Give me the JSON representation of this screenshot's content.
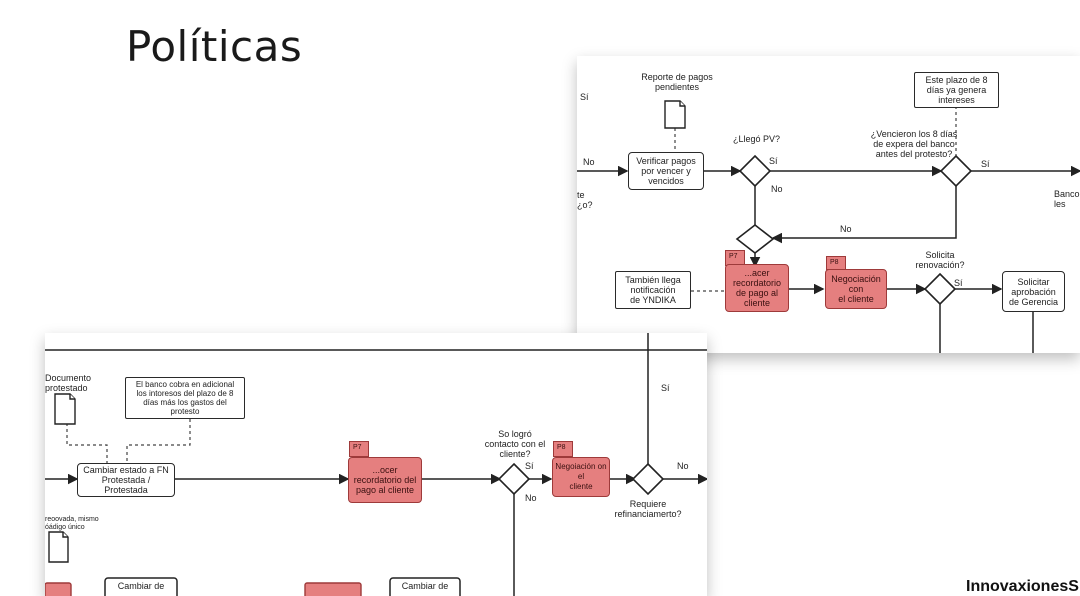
{
  "page": {
    "title": "Políticas",
    "footer_brand": "InnovaxionesS"
  },
  "panel1": {
    "si_top_left": "Sí",
    "no_left": "No",
    "left_edge_fragment": "te\n¿o?",
    "reporte_pagos": "Reporte de pagos\npendientes",
    "verificar_pagos": "Verificar pagos\npor vencer y\nvencidos",
    "llego_pv": "¿Llegó PV?",
    "si_llego": "Sí",
    "no_llego": "No",
    "vencieron": "¿Vencieron los 8 días\nde expera del banco\nantes del protesto?",
    "si_vencieron": "Sí",
    "banco_fragment": "Banco\nles",
    "plazo_note": "Este plazo de 8\ndías ya genera\nintereses",
    "no_return": "No",
    "tambien_llega": "También llega\nnotificación\nde YNDIKA",
    "p7_tag": "P7",
    "p7_label": "...acer\nrecordatorio\nde pago al\ncliente",
    "p8_tag": "P8",
    "p8_label": "Negociación con\nel cliente",
    "solicita_renovacion": "Solicita\nrenovación?",
    "si_solicita": "Sí",
    "solicitar_aprobacion": "Solicitar\naprobación\nde Gerencia"
  },
  "panel2": {
    "documento_protestado": "Documento\nprotestado",
    "banco_cobra": "El banco cobra en adicional\nlos intoresos del plazo de 8\ndías más los gastos del\nprotesto",
    "cambiar_estado": "Cambiar estado a FN\nProtestada / Protestada",
    "p7_tag": "P7",
    "p7_label": "...ocer\nrecordatorio del\npago al cliente",
    "logro_contacto": "So logró\ncontacto con el\ncliente?",
    "si_contacto": "Sí",
    "no_contacto": "No",
    "p8_tag": "P8",
    "p8_label": "Negoiación on el\ncliente",
    "si_top": "Sí",
    "no_right": "No",
    "requiere_refin": "Requiere\nrefinanciamerto?",
    "renovada_note": "reoovada, mismo\nóádigo único",
    "cambiar_de_1": "Cambiar de",
    "cambiar_de_2": "Cambiar de"
  }
}
